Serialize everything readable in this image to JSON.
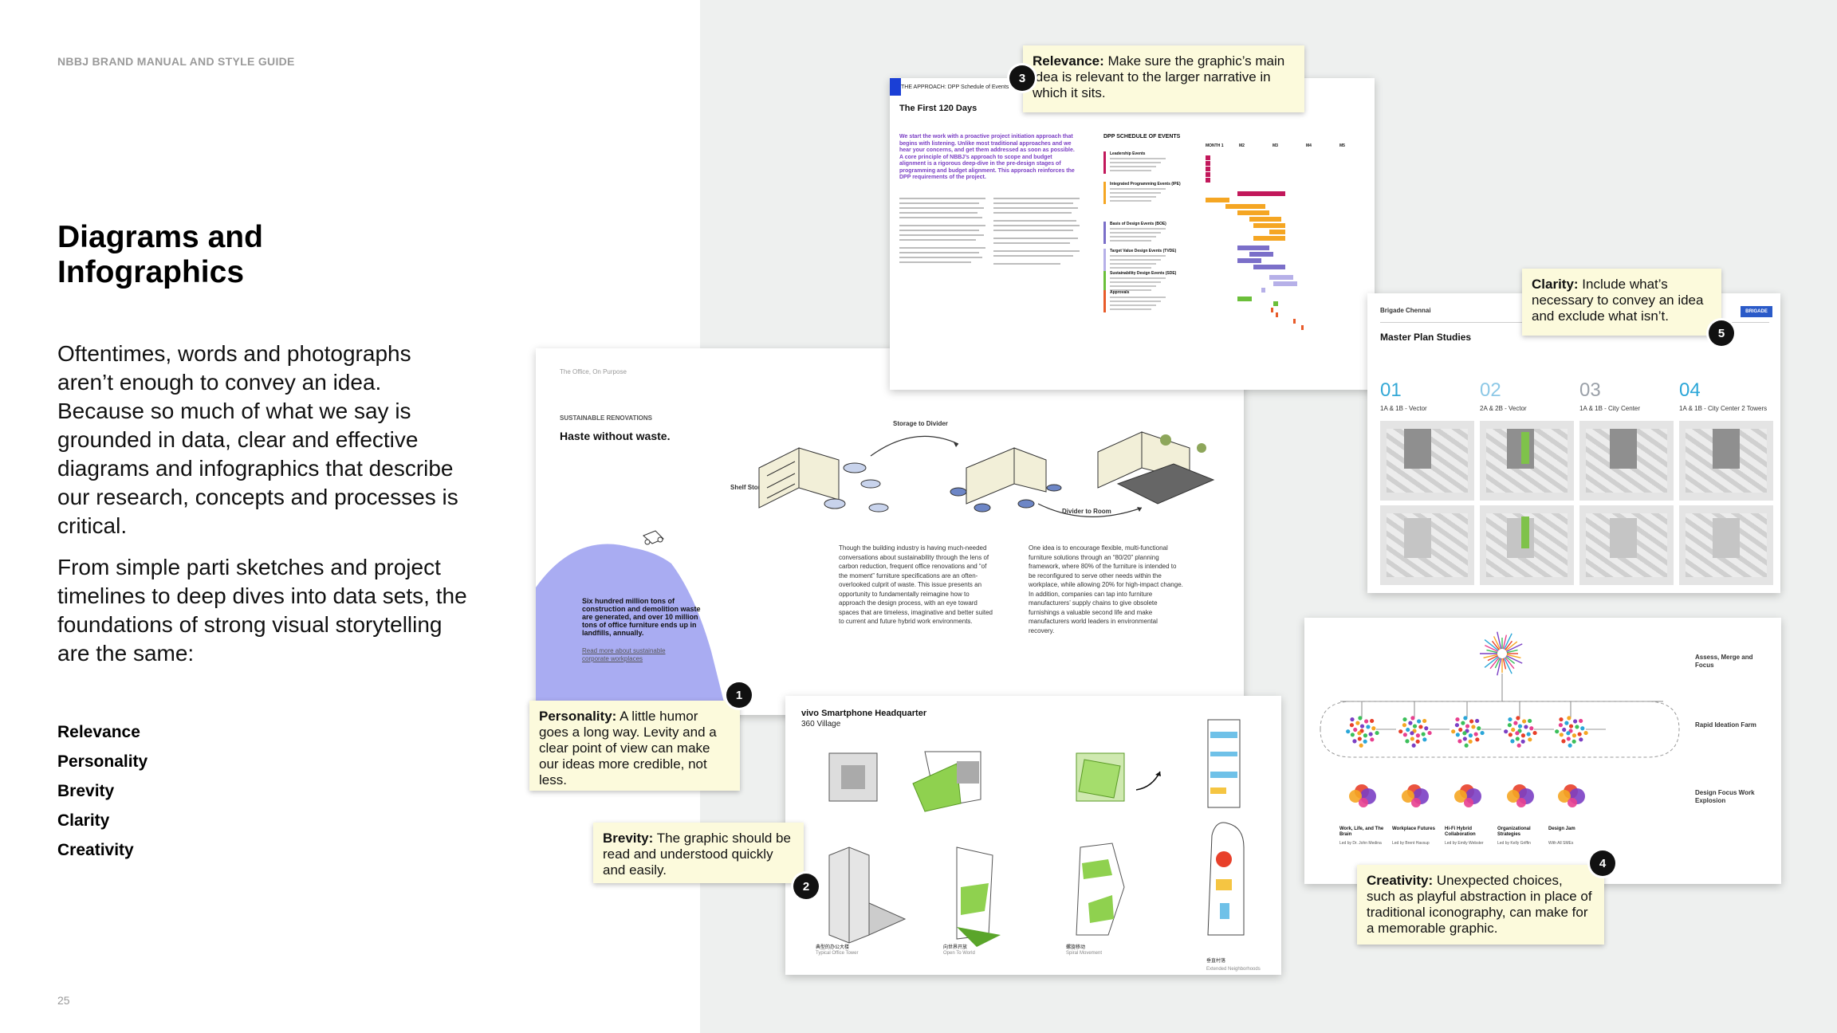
{
  "header": {
    "kicker": "NBBJ BRAND MANUAL AND STYLE GUIDE"
  },
  "title": {
    "line1": "Diagrams and",
    "line2": "Infographics"
  },
  "intro": {
    "p1": "Oftentimes, words and photographs aren’t enough to convey an idea. Because so much of what we say is grounded in data, clear and effective diagrams and infographics that describe our research, concepts and processes is critical.",
    "p2": "From simple parti sketches and project timelines to deep dives into data sets, the foundations of strong visual storytelling are the same:"
  },
  "principles": [
    "Relevance",
    "Personality",
    "Brevity",
    "Clarity",
    "Creativity"
  ],
  "page_number": "25",
  "notes": {
    "relevance": {
      "label": "Relevance:",
      "text": " Make sure the graphic’s main idea is relevant to the larger narrative in which it sits.",
      "badge": "3"
    },
    "personality": {
      "label": "Personality:",
      "text": " A little humor goes a long way. Levity and a clear point of view can make our ideas more credible, not less.",
      "badge": "1"
    },
    "brevity": {
      "label": "Brevity:",
      "text": " The graphic should be read and understood quickly and easily.",
      "badge": "2"
    },
    "clarity": {
      "label": "Clarity:",
      "text": " Include what’s necessary to convey an idea and exclude what isn’t.",
      "badge": "5"
    },
    "creativity": {
      "label": "Creativity:",
      "text": " Unexpected choices, such as playful abstraction in place of traditional iconography, can make for a memorable graphic.",
      "badge": "4"
    }
  },
  "doc_dpp": {
    "tag": "THE APPROACH: DPP Schedule of Events",
    "title": "The First 120 Days",
    "lead": "We start the work with a proactive project initiation approach that begins with listening. Unlike most traditional approaches and we hear your concerns, and get them addressed as soon as possible. A core principle of NBBJ’s approach to scope and budget alignment is a rigorous deep-dive in the pre-design stages of programming and budget alignment. This approach reinforces the DPP requirements of the project.",
    "schedule_title": "DPP SCHEDULE OF EVENTS",
    "months": [
      "MONTH 1",
      "M2",
      "M3",
      "M4",
      "M5"
    ],
    "groups": [
      "Leadership Events",
      "Integrated Programming Events (IPE)",
      "Basis of Design Events (BOE)",
      "Target Value Design Events (TVDE)",
      "Sustainability Design Events (SDE)",
      "Approvals"
    ],
    "colors": {
      "leadership": "#c2185b",
      "ipe": "#f5a623",
      "boe": "#7b6fc9",
      "tvde": "#b6b0e8",
      "sde": "#6bbf3a",
      "approvals": "#e85b2a"
    }
  },
  "doc_sustain": {
    "small_tag": "The Office, On Purpose",
    "section": "SUSTAINABLE RENOVATIONS",
    "title": "Haste without waste.",
    "labels": {
      "shelf": "Shelf Storage",
      "storage_divider": "Storage to Divider",
      "divider_room": "Divider to Room"
    },
    "callout": "Six hundred million tons of construction and demolition waste are generated, and over 10 million tons of office furniture ends up in landfills, annually.",
    "link": "Read more about sustainable corporate workplaces",
    "col1": "Though the building industry is having much-needed conversations about sustainability through the lens of carbon reduction, frequent office renovations and “of the moment” furniture specifications are an often-overlooked culprit of waste. This issue presents an opportunity to fundamentally reimagine how to approach the design process, with an eye toward spaces that are timeless, imaginative and better suited to current and future hybrid work environments.",
    "col2": "One idea is to encourage flexible, multi-functional furniture solutions through an “80/20” planning framework, where 80% of the furniture is intended to be reconfigured to serve other needs within the workplace, while allowing 20% for high-impact change. In addition, companies can tap into furniture manufacturers’ supply chains to give obsolete furnishings a valuable second life and make manufacturers world leaders in environmental recovery."
  },
  "doc_vivo": {
    "title": "vivo Smartphone Headquarter",
    "subtitle": "360 Village",
    "captions": [
      {
        "cn": "典型的办公大楼",
        "en": "Typical Office Tower"
      },
      {
        "cn": "向世界开放",
        "en": "Open To World"
      },
      {
        "cn": "螺旋移动",
        "en": "Spiral Movement"
      }
    ],
    "side_caption": {
      "cn": "垂直村落",
      "en": "Extended Neighborhoods"
    }
  },
  "doc_chennai": {
    "project": "Brigade Chennai",
    "logo": "BRIGADE",
    "title": "Master Plan Studies",
    "options": [
      {
        "num": "01",
        "label": "1A & 1B - Vector",
        "color": "#33a8d6"
      },
      {
        "num": "02",
        "label": "2A & 2B - Vector",
        "color": "#8cc8e6"
      },
      {
        "num": "03",
        "label": "1A & 1B - City Center",
        "color": "#9aa0a8"
      },
      {
        "num": "04",
        "label": "1A & 1B - City Center 2 Towers",
        "color": "#2aa6d8"
      }
    ]
  },
  "doc_ideation": {
    "stages": [
      "Assess, Merge and Focus",
      "Rapid Ideation Farm",
      "Design Focus Work Explosion"
    ],
    "teams": [
      {
        "name": "Work, Life, and The Brain",
        "lead": "Led by Dr. John Medina"
      },
      {
        "name": "Workplace Futures",
        "lead": "Led by Brent Havsup"
      },
      {
        "name": "Hi-Fi Hybrid Collaboration",
        "lead": "Led by Emily Webster"
      },
      {
        "name": "Organizational Strategies",
        "lead": "Led by Kelly Griffin"
      },
      {
        "name": "Design Jam",
        "lead": "With All SMEs"
      }
    ]
  }
}
